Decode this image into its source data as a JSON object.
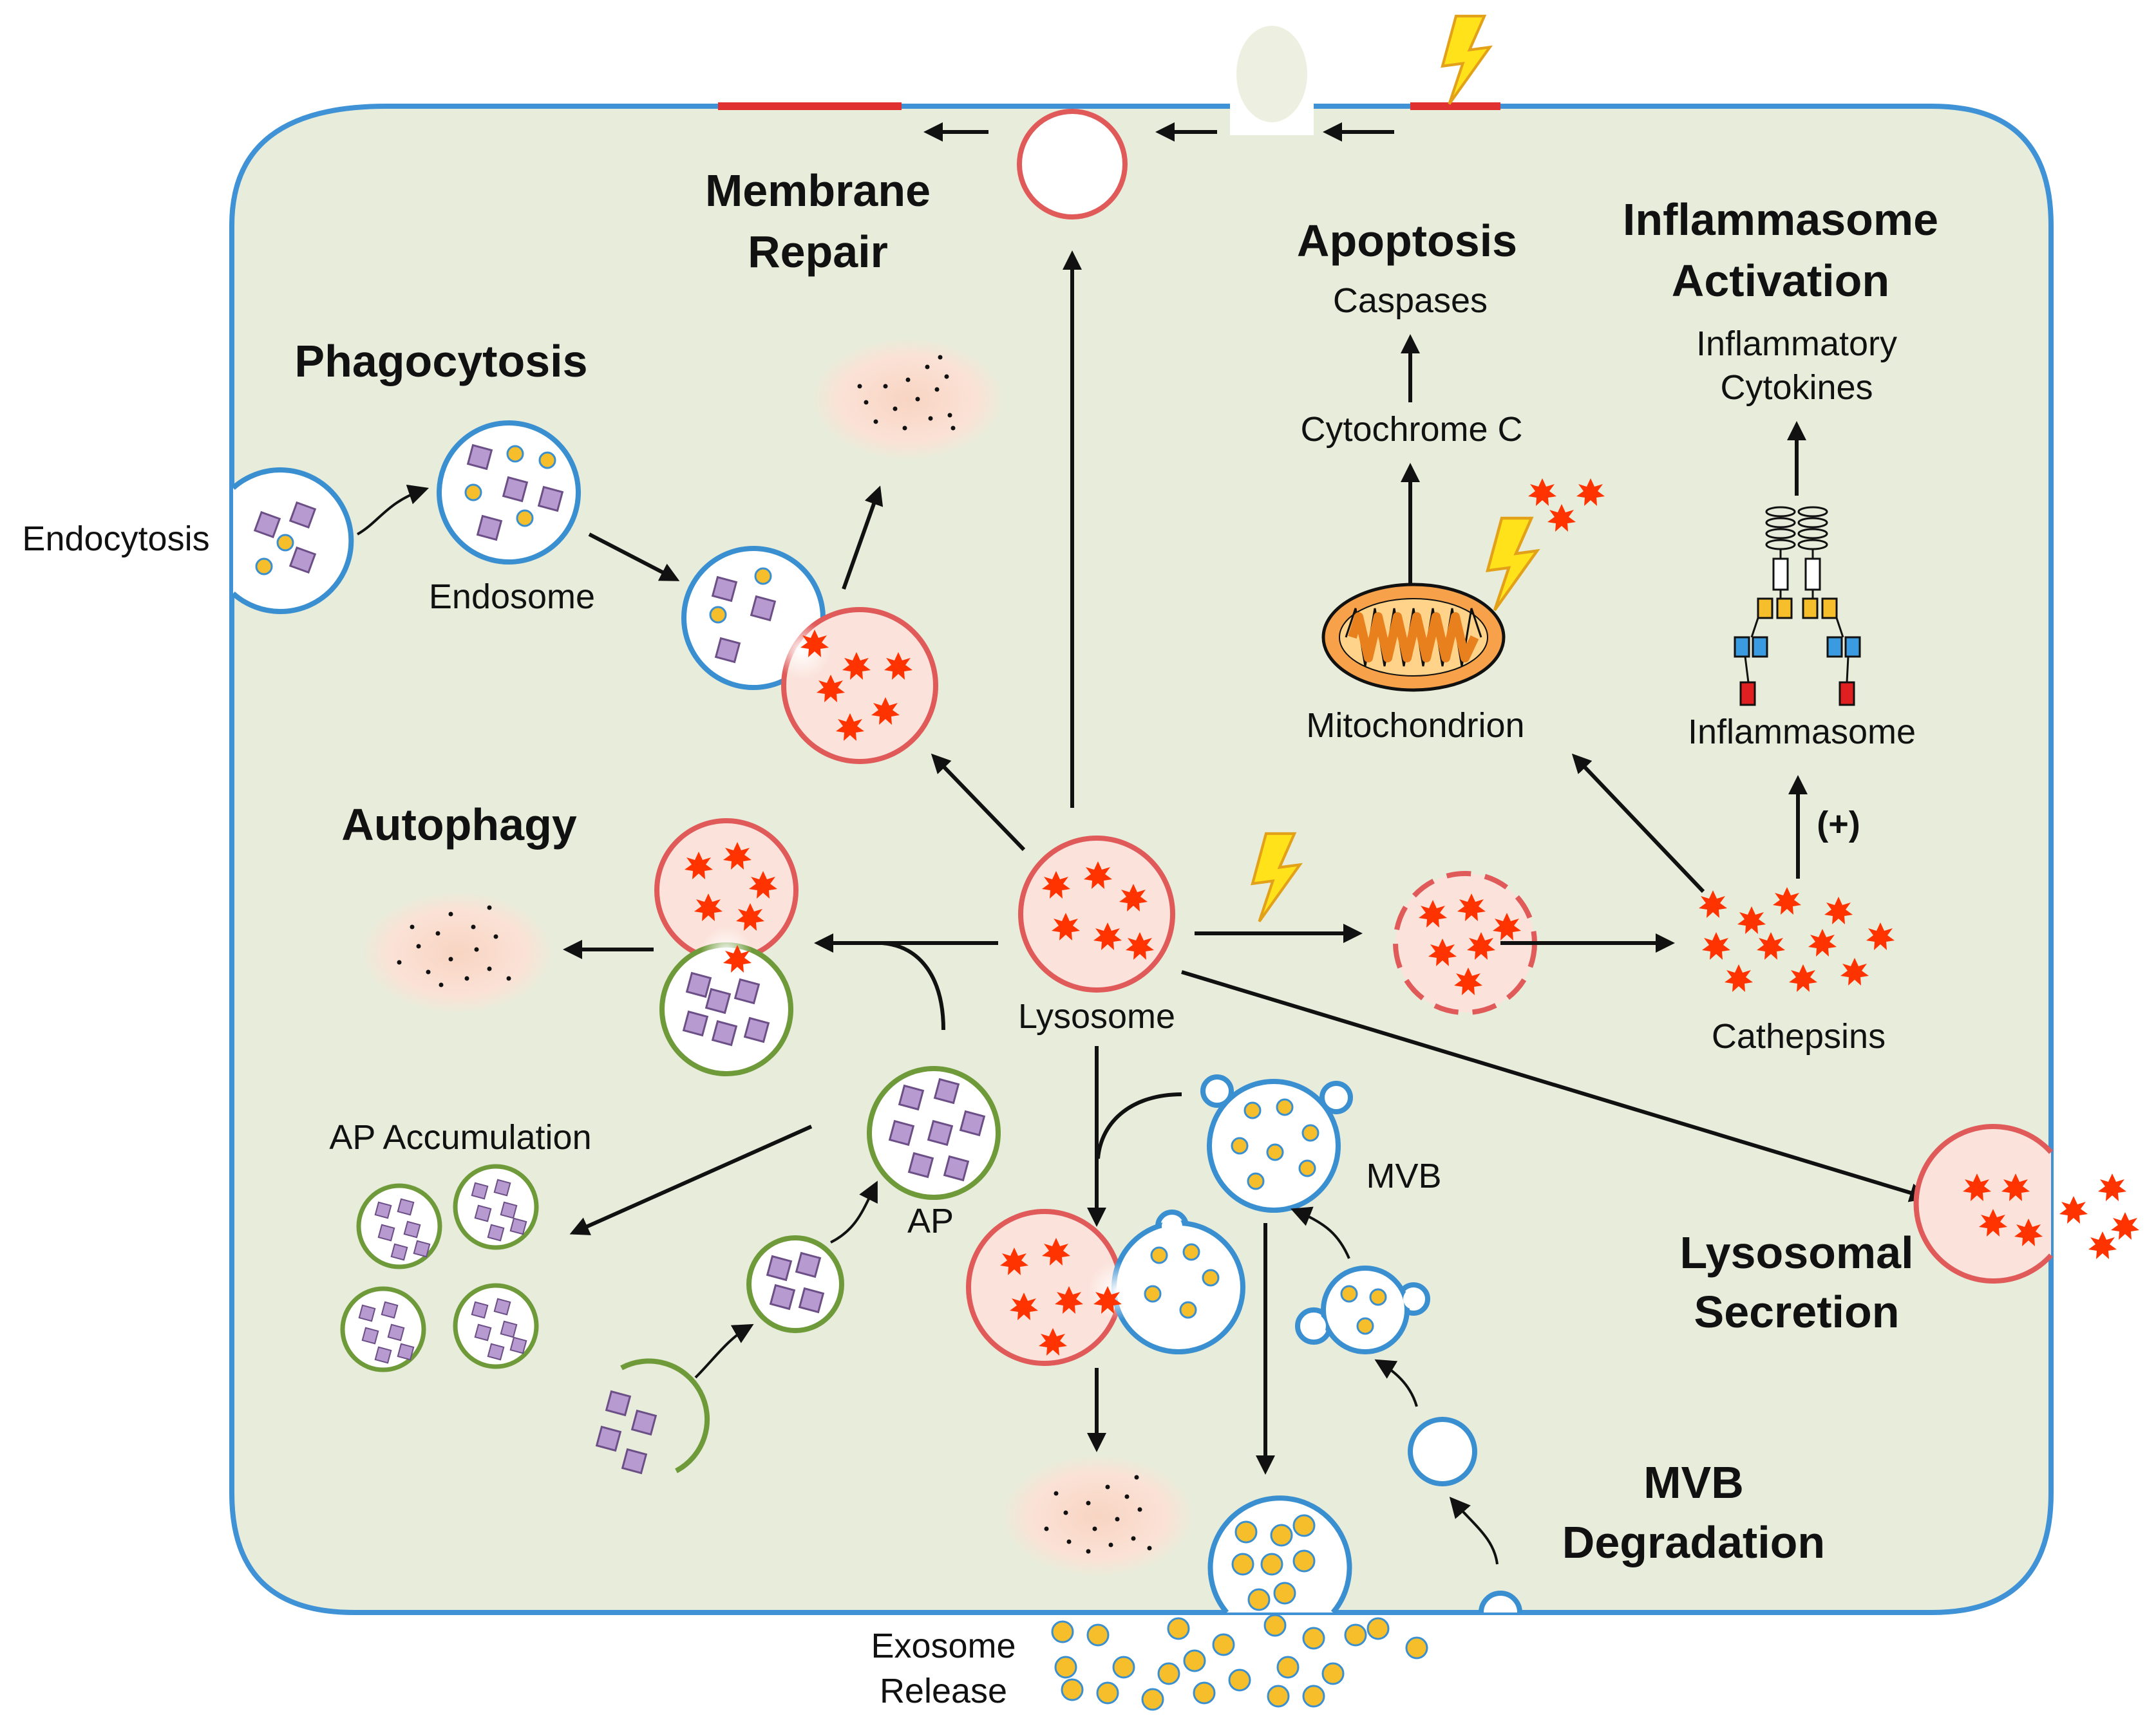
{
  "headings": {
    "membrane_repair": [
      "Membrane",
      "Repair"
    ],
    "apoptosis": "Apoptosis",
    "inflammasome_activation": [
      "Inflammasome",
      "Activation"
    ],
    "phagocytosis": "Phagocytosis",
    "autophagy": "Autophagy",
    "lysosomal_secretion": [
      "Lysosomal",
      "Secretion"
    ],
    "mvb_degradation": [
      "MVB",
      "Degradation"
    ]
  },
  "labels": {
    "endocytosis": "Endocytosis",
    "endosome": "Endosome",
    "caspases": "Caspases",
    "cytochrome_c": "Cytochrome C",
    "mitochondrion": "Mitochondrion",
    "inflammatory_cytokines": [
      "Inflammatory",
      "Cytokines"
    ],
    "inflammasome": "Inflammasome",
    "plus_sign": "(+)",
    "lysosome": "Lysosome",
    "cathepsins": "Cathepsins",
    "ap_accumulation": "AP Accumulation",
    "ap": "AP",
    "mvb": "MVB",
    "exosome_release": [
      "Exosome",
      "Release"
    ]
  },
  "colors": {
    "cell_fill": "#e8ecda",
    "cell_border": "#3f92d6",
    "lysosome": "#e05a5a",
    "lysosome_fill": "#fbe3db",
    "enzyme": "#ff3300",
    "endosome": "#3a8fd0",
    "autophagosome": "#6f9a3a",
    "cargo": "#b79ad0",
    "vesicle": "#f5be2a",
    "membrane_damage": "#e03030",
    "lightning": "#ffe21a",
    "mitochondrion": "#f7a24a",
    "degradation_fill": "#f8ddd0",
    "arrow": "#111111"
  },
  "icons": [
    "lightning-icon",
    "mitochondrion-icon",
    "inflammasome-complex-icon"
  ]
}
